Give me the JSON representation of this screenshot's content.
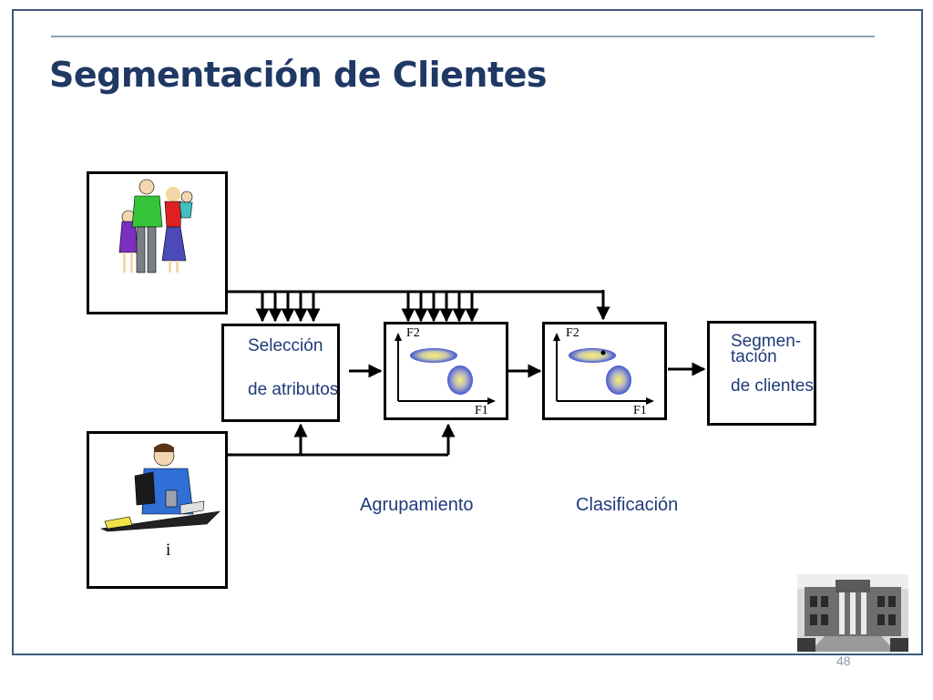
{
  "slide": {
    "title": "Segmentación de Clientes",
    "page_number": "48"
  },
  "diagram": {
    "boxes": {
      "seleccion_line1": "Selección",
      "seleccion_line2": "de atributos",
      "segmentacion_line1": "Segmen-",
      "segmentacion_line2": "tación",
      "segmentacion_line3": "de clientes"
    },
    "plot_axis_labels": {
      "y": "F2",
      "x": "F1"
    },
    "agent_caption": "i",
    "captions": {
      "agrupamiento": "Agrupamiento",
      "clasificacion": "Clasificación"
    }
  },
  "images": {
    "family": "family-clipart",
    "agent": "call-center-agent-clipart",
    "building": "university-building-photo"
  },
  "colors": {
    "title": "#1f3864",
    "label": "#1f3b7a",
    "frame": "#3d5a7a",
    "cluster": "#4a5fd0",
    "cluster_center": "#f7f26a"
  }
}
